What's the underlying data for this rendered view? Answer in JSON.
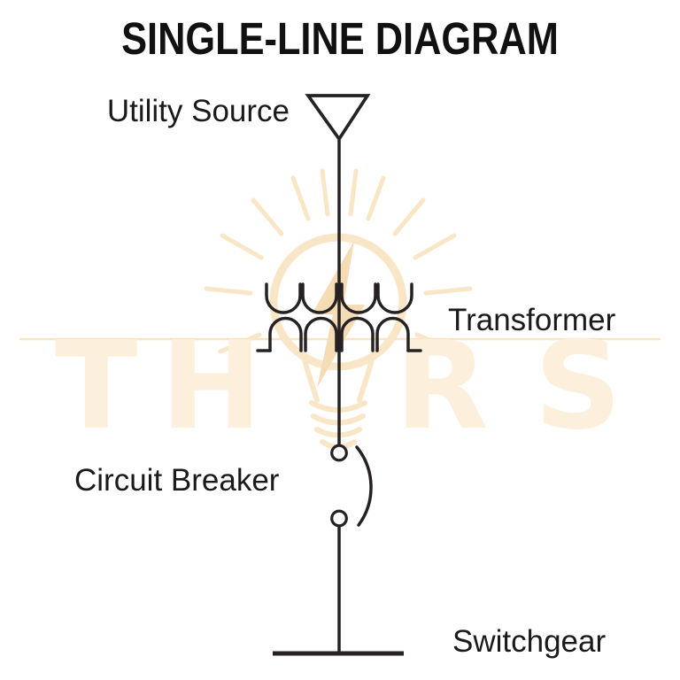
{
  "title": "SINGLE-LINE DIAGRAM",
  "labels": {
    "utility_source": "Utility Source",
    "transformer": "Transformer",
    "circuit_breaker": "Circuit Breaker",
    "switchgear": "Switchgear"
  },
  "watermark": {
    "left_text": "TH",
    "right_text": "RS"
  },
  "colors": {
    "diagram_line": "#262224",
    "label_text": "#1a1a1a",
    "watermark_text": "#fcf0dd",
    "watermark_shape": "#f9e6c6",
    "watermark_bolt": "#f5dcb4",
    "background": "#ffffff"
  }
}
